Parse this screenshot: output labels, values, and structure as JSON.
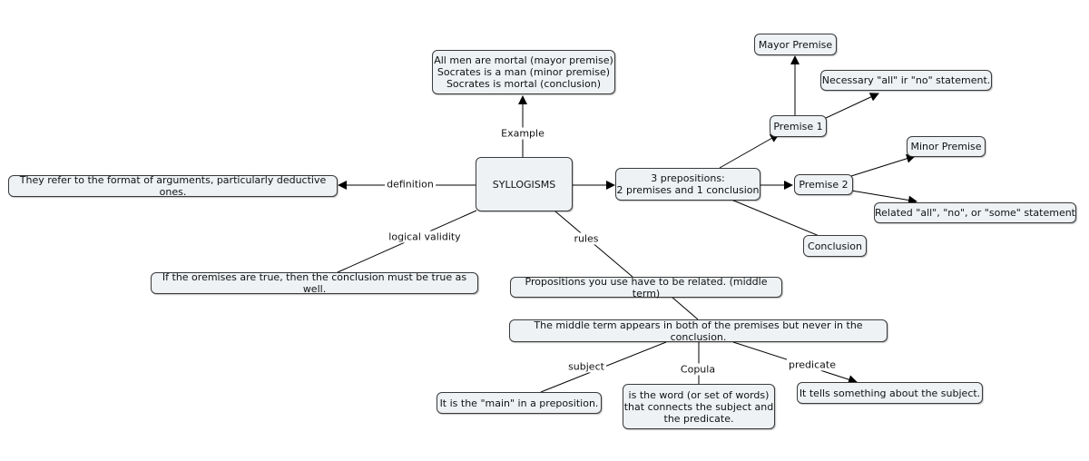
{
  "nodes": {
    "syllogisms": "SYLLOGISMS",
    "example": "All men are mortal (mayor premise)\nSocrates is a man (minor premise)\nSocrates is mortal (conclusion)",
    "definition": "They refer to the format of arguments, particularly deductive ones.",
    "validity": "If the oremises are true, then the conclusion must be true as well.",
    "rules": "Propositions you use have to be related. (middle term)",
    "middle_term": "The middle term appears in both of the premises but never in the conclusion.",
    "main": "It is the \"main\" in a preposition.",
    "copula": "is the word (or set of words)\nthat connects the subject and\nthe predicate.",
    "predicate": "It tells something about the subject.",
    "three_props": "3 prepositions:\n2 premises and 1 conclusion",
    "premise1": "Premise 1",
    "premise2": "Premise 2",
    "conclusion": "Conclusion",
    "mayor": "Mayor Premise",
    "necessary": "Necessary \"all\" ir \"no\" statement.",
    "minor": "Minor Premise",
    "related": "Related \"all\", \"no\", or \"some\" statement"
  },
  "labels": {
    "example": "Example",
    "definition": "definition",
    "validity": "logical validity",
    "rules": "rules",
    "subject": "subject",
    "copula": "Copula",
    "predicate": "predicate"
  },
  "colors": {
    "node_fill": "#eef2f5",
    "node_border": "#3a3a3a",
    "line": "#000000"
  }
}
